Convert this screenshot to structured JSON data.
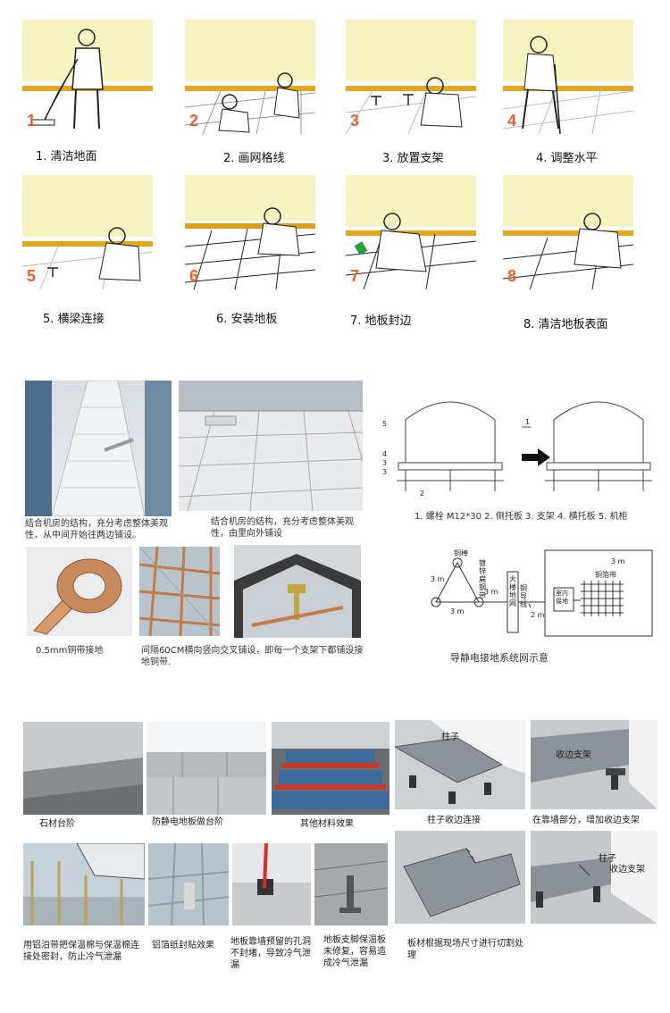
{
  "steps": [
    {
      "num": "1",
      "label": "1.  清洁地面"
    },
    {
      "num": "2",
      "label": "2.  画网格线"
    },
    {
      "num": "3",
      "label": "3.  放置支架"
    },
    {
      "num": "4",
      "label": "4.  调整水平"
    },
    {
      "num": "5",
      "label": "5.  横梁连接"
    },
    {
      "num": "6",
      "label": "6.  安装地板"
    },
    {
      "num": "7",
      "label": "7.  地板封边"
    },
    {
      "num": "8",
      "label": "8.  清洁地板表面"
    }
  ],
  "section2": {
    "caption_left": "结合机房的结构，充分考虑整体美观性，从中间开始往两边铺设。",
    "caption_mid": "结合机房的结构，充分考虑整体美观性，由里向外铺设",
    "caption_tape": "0.5mm铜带接地",
    "caption_grid": "间隔60CM横向竖向交叉铺设，即每一个支架下都铺设接地铜带.",
    "legend": "1. 螺栓 M12*30   2. 侧托板   3. 支架   4. 横托板   5. 机柜",
    "ground_title": "导静电接地系统网示意",
    "diagram_labels": {
      "n1": "1",
      "n2": "2",
      "n3": "3",
      "n4": "4",
      "n5": "5",
      "rod": "铜棒",
      "galv": "镀锌扁钢带",
      "m3a": "3 m",
      "m3b": "3 m",
      "m3c": "3 m",
      "m3d": "3 m",
      "building": "大楼地网",
      "wire": "铜导线",
      "m2": "2 m",
      "room": "室内接地",
      "strip": "铜箔带"
    }
  },
  "section3": {
    "stone": "石材台阶",
    "antistatic": "防静电地板做台阶",
    "other": "其他材料效果",
    "pillar_join": "柱子收边连接",
    "wall_bracket": "在靠墙部分，增加收边支架",
    "pillar_label": "柱子",
    "bracket_label": "收边支架",
    "pillar_label2": "柱子",
    "bracket_label2": "收边支架",
    "foil_seal": "用铝泊带把保温棉与保温棉连接处密封，防止冷气泄漏",
    "foil_effect": "铝箔纸封贴效果",
    "hole": "地板靠墙预留的孔洞不封堵，导致冷气泄漏",
    "leg": "地板支脚保温板未修复，容易造成冷气泄漏",
    "cut": "板材根据现场尺寸进行切割处理"
  },
  "colors": {
    "accent_orange": "#e8612c",
    "skirting": "#e0a81e",
    "wall": "#f5f3bf"
  }
}
